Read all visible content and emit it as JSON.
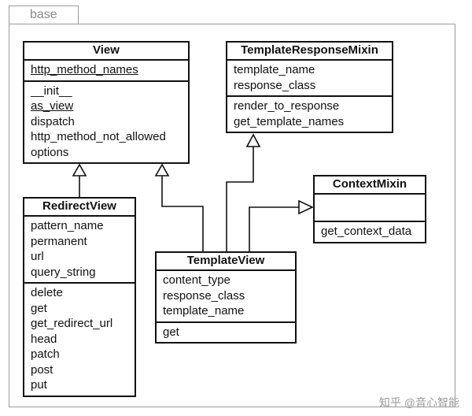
{
  "package": {
    "label": "base"
  },
  "classes": {
    "view": {
      "name": "View",
      "attributes": [
        "http_method_names"
      ],
      "methods": [
        "__init__",
        "as_view",
        "dispatch",
        "http_method_not_allowed",
        "options"
      ]
    },
    "template_response_mixin": {
      "name": "TemplateResponseMixin",
      "attributes": [
        "template_name",
        "response_class"
      ],
      "methods": [
        "render_to_response",
        "get_template_names"
      ]
    },
    "context_mixin": {
      "name": "ContextMixin",
      "attributes": [],
      "methods": [
        "get_context_data"
      ]
    },
    "redirect_view": {
      "name": "RedirectView",
      "attributes": [
        "pattern_name",
        "permanent",
        "url",
        "query_string"
      ],
      "methods": [
        "delete",
        "get",
        "get_redirect_url",
        "head",
        "patch",
        "post",
        "put"
      ]
    },
    "template_view": {
      "name": "TemplateView",
      "attributes": [
        "content_type",
        "response_class",
        "template_name"
      ],
      "methods": [
        "get"
      ]
    }
  },
  "watermark": "知乎 @音心智能"
}
